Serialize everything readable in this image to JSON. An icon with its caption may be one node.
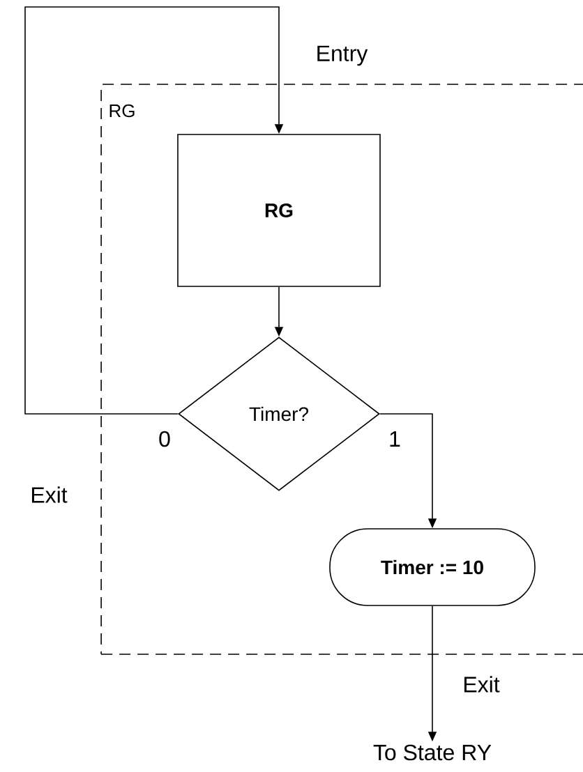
{
  "diagram": {
    "nodes": [
      {
        "text": [
          "RG"
        ]
      },
      {
        "text": [
          "RG"
        ],
        "in": 0
      },
      {
        "text": [
          "Timer?"
        ],
        "in": 0
      },
      {
        "text": [
          "Timer := 10"
        ],
        "in": 0
      },
      {
        "text": [
          "To State RY"
        ]
      }
    ],
    "edges": [
      {
        "from": 2,
        "to": 1,
        "arrow": "to",
        "label": "0"
      },
      {
        "from": 1,
        "to": 2,
        "arrow": "to"
      },
      {
        "from": 2,
        "to": 3,
        "arrow": "to",
        "label": "1"
      },
      {
        "from": 3,
        "to": 4,
        "arrow": "to",
        "label": "Exit"
      }
    ],
    "labels": [
      "Entry",
      "Exit"
    ]
  }
}
